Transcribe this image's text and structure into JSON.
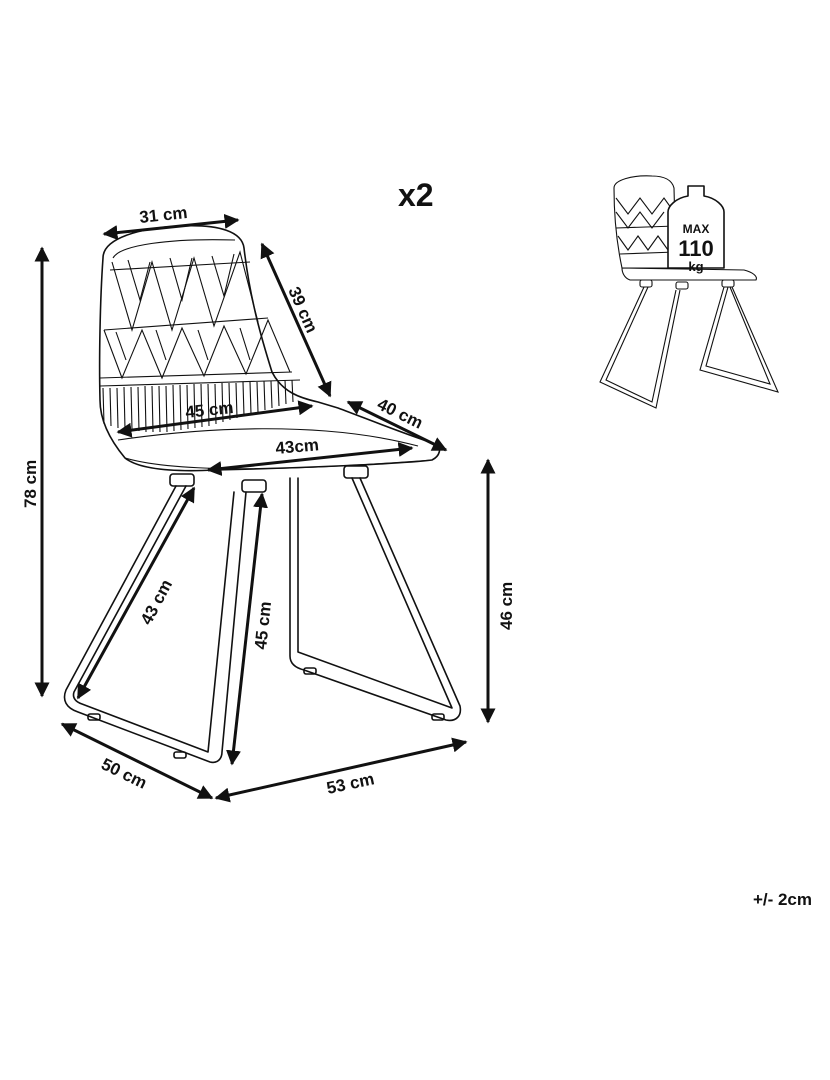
{
  "quantity": "x2",
  "tolerance": "+/- 2cm",
  "dimensions": {
    "top_width": "31 cm",
    "back_height": "39 cm",
    "seat_depth_side": "40 cm",
    "seat_width_back": "45 cm",
    "seat_width_front": "43cm",
    "total_height": "78 cm",
    "seat_height": "46 cm",
    "front_leg": "43 cm",
    "back_leg": "45 cm",
    "base_depth": "50 cm",
    "base_width": "53 cm"
  },
  "load_badge": {
    "label_max": "MAX",
    "value": "110",
    "unit": "kg"
  },
  "icons": {
    "main": "chair-line-drawing",
    "thumb": "chair-load-thumbnail-icon",
    "weight": "weight-icon"
  }
}
